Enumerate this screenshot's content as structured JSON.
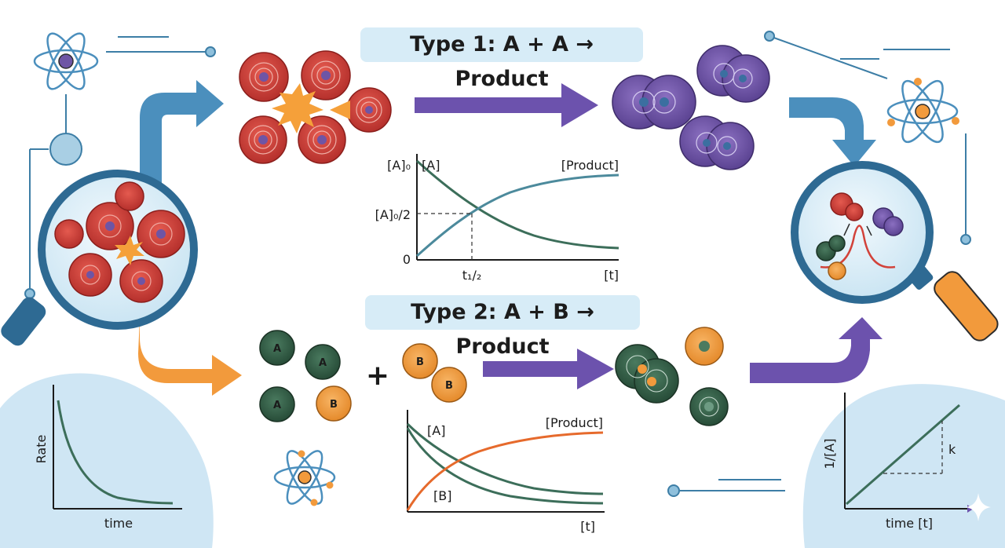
{
  "titles": {
    "type1": "Type 1: A + A → Product",
    "type2": "Type 2: A + B → Product"
  },
  "graph1": {
    "y_top": "[A]₀",
    "y_half": "[A]₀/2",
    "y_zero": "0",
    "curve_a": "[A]",
    "curve_p": "[Product]",
    "x_half": "t₁/₂",
    "x_end": "[t]"
  },
  "graph2": {
    "curve_a": "[A]",
    "curve_b": "[B]",
    "curve_p": "[Product]",
    "x_end": "[t]"
  },
  "rate_graph": {
    "ylabel": "Rate",
    "xlabel": "time"
  },
  "inverse_graph": {
    "ylabel": "1/[A]",
    "xlabel": "time [t]",
    "slope": "k"
  },
  "reactants": {
    "a_label": "A",
    "b_label": "B",
    "plus": "+"
  },
  "colors": {
    "red_molecule": "#c83a34",
    "purple_molecule": "#6e55a5",
    "green_molecule": "#2f5b44",
    "orange_molecule": "#f29a3c",
    "blue_arrow": "#4b8fbd",
    "purple_arrow": "#6c52ad",
    "orange_arrow": "#f29a3c",
    "pill_bg": "#d7ecf7",
    "blob_bg": "#cfe6f4"
  }
}
